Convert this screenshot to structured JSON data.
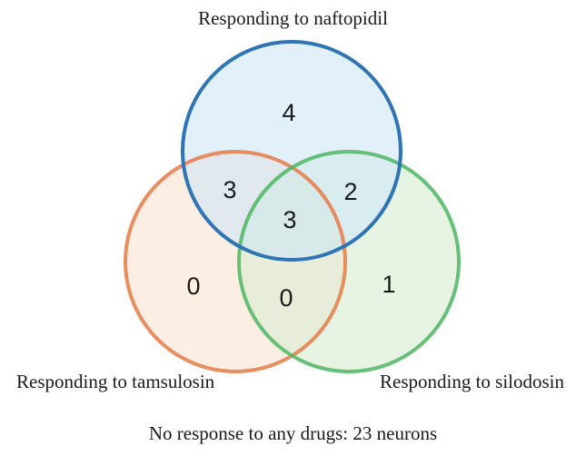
{
  "sets": {
    "naftopidil": {
      "label": "Responding to naftopidil",
      "stroke_color": "#2f74b5",
      "fill_color": "#cfe6f6"
    },
    "tamsulosin": {
      "label": "Responding to tamsulosin",
      "stroke_color": "#e57b46",
      "fill_color": "#fbe2d2"
    },
    "silodosin": {
      "label": "Responding to silodosin",
      "stroke_color": "#4db663",
      "fill_color": "#d9ecd0"
    }
  },
  "regions": {
    "naftopidil_only": "4",
    "naftopidil_tamsulosin": "3",
    "naftopidil_silodosin": "2",
    "all_three": "3",
    "tamsulosin_only": "0",
    "tamsulosin_silodosin": "0",
    "silodosin_only": "1"
  },
  "footer": {
    "no_response": "No response to any drugs: 23 neurons"
  }
}
